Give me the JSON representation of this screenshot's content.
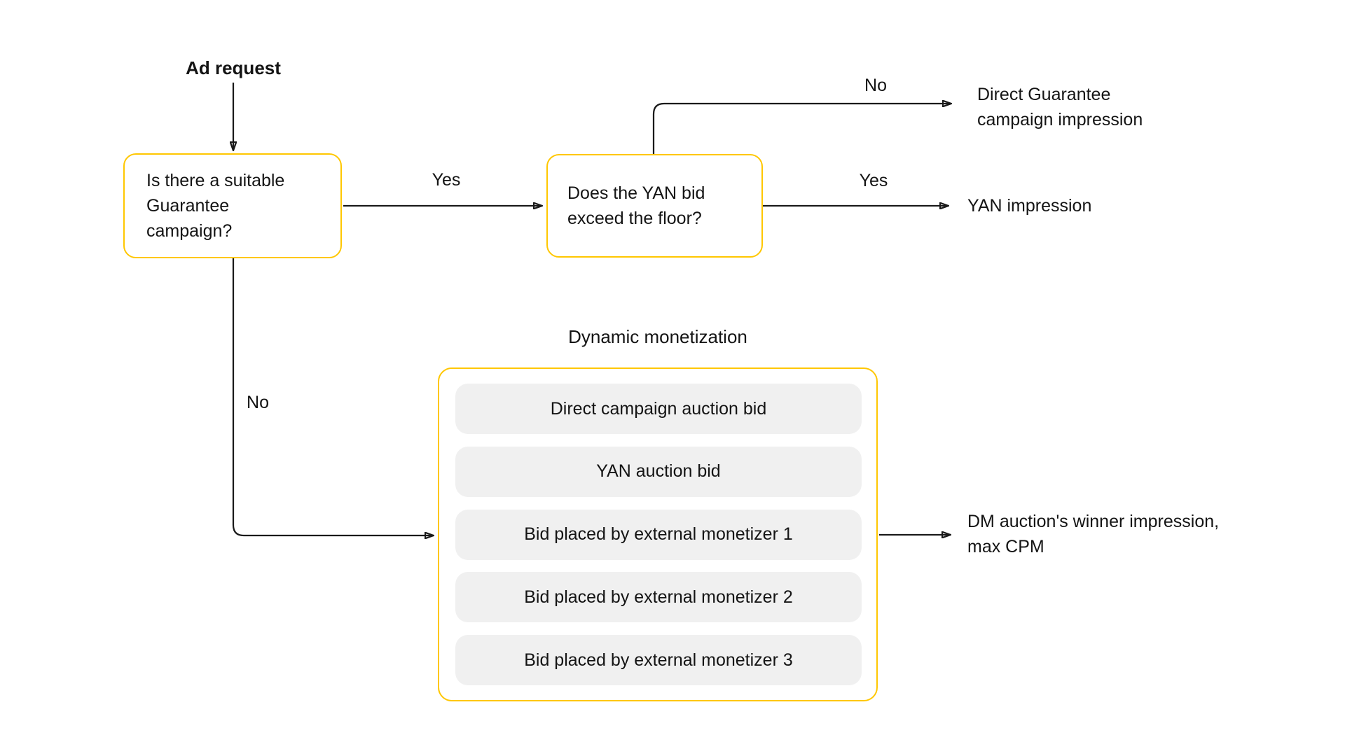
{
  "colors": {
    "accent_border": "#FFC700",
    "item_background": "#F0F0F0",
    "text": "#141414",
    "connector": "#1A1A1A"
  },
  "start": {
    "label": "Ad request"
  },
  "decisions": {
    "guarantee": {
      "text": "Is there a suitable\nGuarantee\ncampaign?"
    },
    "yan_floor": {
      "text": "Does the YAN bid\nexceed the floor?"
    }
  },
  "edge_labels": {
    "guarantee_yes": "Yes",
    "guarantee_no": "No",
    "yan_yes": "Yes",
    "yan_no": "No"
  },
  "outcomes": {
    "direct_guarantee": "Direct Guarantee\ncampaign impression",
    "yan": "YAN impression",
    "dm_winner": "DM auction's winner impression,\nmax CPM"
  },
  "dynamic_monetization": {
    "title": "Dynamic monetization",
    "bids": [
      "Direct campaign auction bid",
      "YAN auction bid",
      "Bid placed by external monetizer 1",
      "Bid placed by external monetizer 2",
      "Bid placed by external monetizer 3"
    ]
  }
}
